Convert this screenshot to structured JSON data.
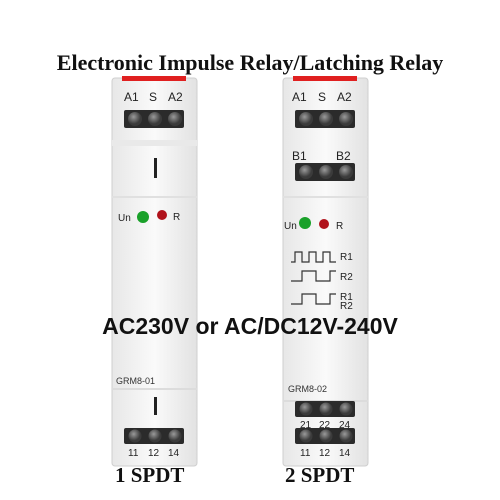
{
  "title": "Electronic Impulse Relay/Latching Relay",
  "voltage_text": "AC230V or AC/DC12V-240V",
  "colors": {
    "led_green": "#1aa12a",
    "led_red": "#b0121b",
    "accent_red": "#e02020"
  },
  "relay_left": {
    "top_terminals": [
      "A1",
      "S",
      "A2"
    ],
    "led_labels": [
      "Un",
      "R"
    ],
    "model": "GRM8-01",
    "bottom_terminals": [
      "11",
      "12",
      "14"
    ],
    "caption": "1 SPDT"
  },
  "relay_right": {
    "top_terminals": [
      "A1",
      "S",
      "A2"
    ],
    "mid_terminals": [
      "B1",
      "B2"
    ],
    "led_labels": [
      "Un",
      "R"
    ],
    "wave_labels": [
      "R1",
      "R2",
      "R1",
      "R2"
    ],
    "model": "GRM8-02",
    "bottom_terminals_row1": [
      "21",
      "22",
      "24"
    ],
    "bottom_terminals_row2": [
      "11",
      "12",
      "14"
    ],
    "caption": "2 SPDT"
  }
}
